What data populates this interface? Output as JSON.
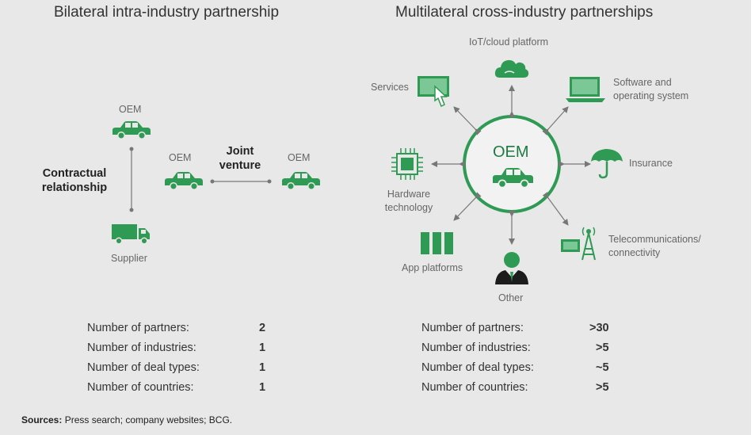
{
  "left": {
    "title": "Bilateral intra-industry partnership",
    "oem_top": "OEM",
    "oem_mid": "OEM",
    "oem_right": "OEM",
    "contract_label": "Contractual relationship",
    "jv_label": "Joint venture",
    "supplier": "Supplier",
    "stats": [
      {
        "label": "Number of partners:",
        "value": "2"
      },
      {
        "label": "Number of industries:",
        "value": "1"
      },
      {
        "label": "Number of deal types:",
        "value": "1"
      },
      {
        "label": "Number of countries:",
        "value": "1"
      }
    ]
  },
  "right": {
    "title": "Multilateral cross-industry partnerships",
    "center": "OEM",
    "nodes": {
      "iot": "IoT/cloud platform",
      "services": "Services",
      "software": "Software and operating system",
      "hardware": "Hardware technology",
      "insurance": "Insurance",
      "app": "App platforms",
      "telecom": "Telecommunications/ connectivity",
      "other": "Other"
    },
    "stats": [
      {
        "label": "Number of partners:",
        "value": ">30"
      },
      {
        "label": "Number of industries:",
        "value": ">5"
      },
      {
        "label": "Number of deal types:",
        "value": "~5"
      },
      {
        "label": "Number of countries:",
        "value": ">5"
      }
    ]
  },
  "sources": {
    "prefix": "Sources:",
    "text": " Press search; company websites; BCG."
  },
  "colors": {
    "green": "#2e9a53",
    "dark_green": "#1f7a42",
    "connector": "#777777"
  }
}
